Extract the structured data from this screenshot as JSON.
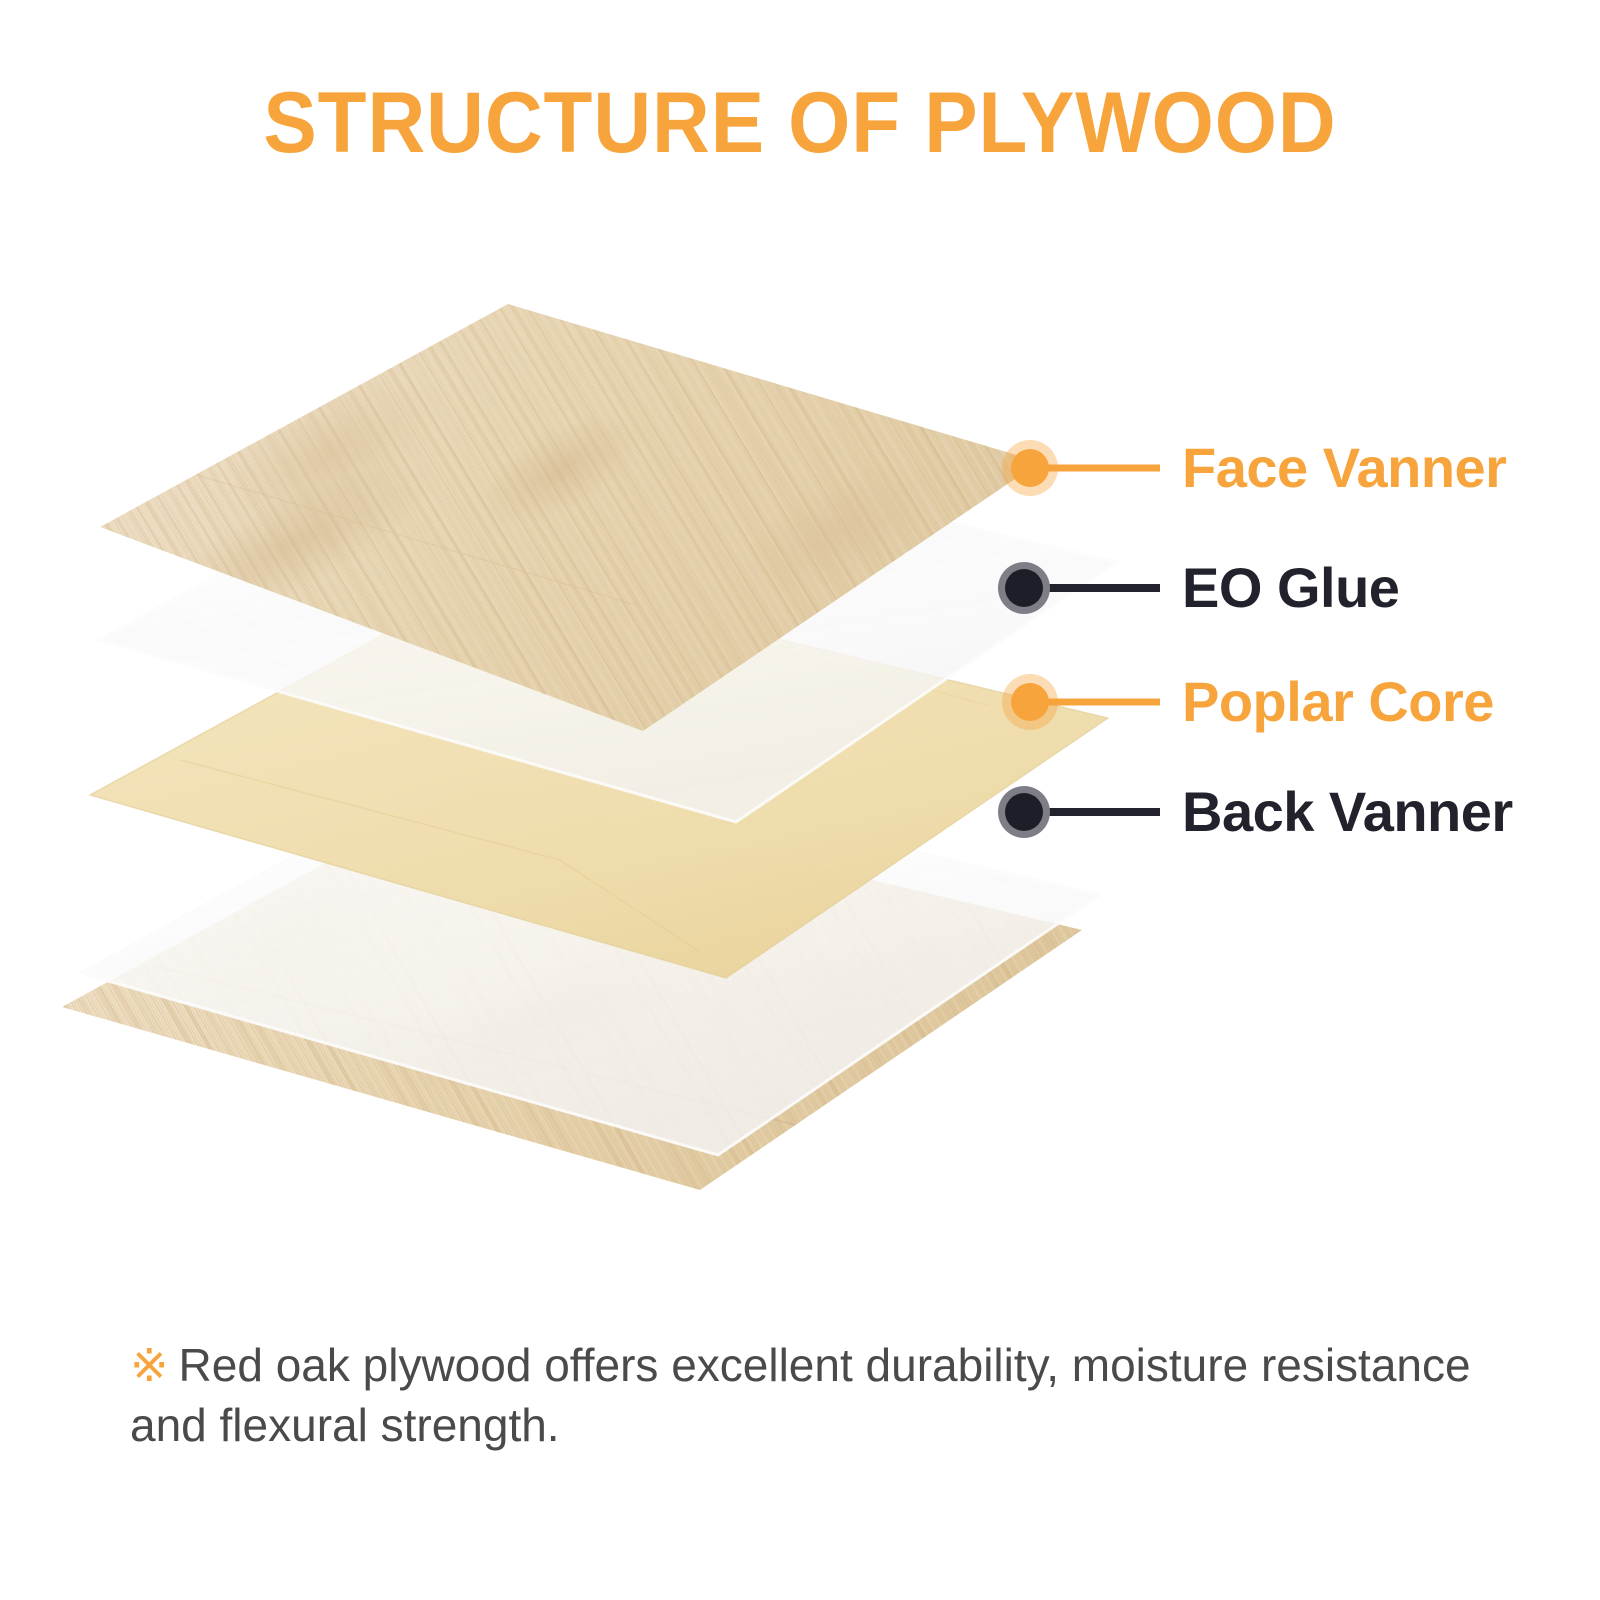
{
  "title": "STRUCTURE OF PLYWOOD",
  "colors": {
    "accent_orange": "#F7A43C",
    "label_dark": "#22222C",
    "dot_ring_grey": "#7E7E86",
    "wood_light": "#F2E4CE",
    "wood_mid": "#E6D2B2",
    "wood_dark_grain": "#D2B78F",
    "poplar_core": "#F0DFB2",
    "glue_sheet": "#FBFBFB",
    "footer_text": "#4A4A4A",
    "background": "#FFFFFF"
  },
  "layers": [
    {
      "id": "face-vanner",
      "name": "Face Vanner",
      "material": "wood-veneer"
    },
    {
      "id": "eo-glue-top",
      "name": "EO Glue",
      "material": "glue-sheet"
    },
    {
      "id": "poplar-core",
      "name": "Poplar Core",
      "material": "poplar"
    },
    {
      "id": "eo-glue-bottom",
      "name": "EO Glue",
      "material": "glue-sheet"
    },
    {
      "id": "back-vanner",
      "name": "Back Vanner",
      "material": "wood-veneer"
    }
  ],
  "callouts": [
    {
      "label": "Face Vanner",
      "style": "orange",
      "dot": "orange"
    },
    {
      "label": "EO Glue",
      "style": "dark",
      "dot": "dark"
    },
    {
      "label": "Poplar Core",
      "style": "orange",
      "dot": "orange"
    },
    {
      "label": "Back Vanner",
      "style": "dark",
      "dot": "dark"
    }
  ],
  "footer": {
    "mark": "※",
    "text": "Red oak plywood offers excellent durability, moisture resistance and flexural strength."
  }
}
